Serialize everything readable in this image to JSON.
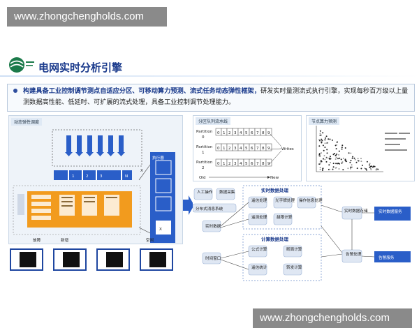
{
  "watermark": {
    "top": "www.zhongchengholds.com",
    "bottom": "www.zhongchengholds.com"
  },
  "slide": {
    "title": "电网实时分析引擎",
    "desc_bold": "构建具备工业控制调节测点自适应分区、可移动算力预测、流式任务动态弹性框架，",
    "desc_rest": "研发实时量测流式执行引擎，实现每秒百万级以上量测数据高性能、低延时、可扩展的流式处理，具备工业控制调节处理能力。",
    "panel1": {
      "label": "动态弹性调度",
      "queue": [
        "1",
        "2",
        "3",
        "N"
      ],
      "executor_label": "执行器",
      "x_mark": "X",
      "x_mark2": "X",
      "bottom_labels": [
        "故障",
        "新增",
        "",
        "空闲"
      ]
    },
    "panel2": {
      "label": "分区队列流水线",
      "partitions": [
        {
          "name": "Partition",
          "index": "0",
          "cells": [
            "0",
            "1",
            "2",
            "3",
            "4",
            "5",
            "6",
            "7",
            "8",
            "9"
          ]
        },
        {
          "name": "Partition",
          "index": "1",
          "cells": [
            "0",
            "1",
            "2",
            "3",
            "4",
            "5",
            "6",
            "7",
            "8",
            "9"
          ]
        },
        {
          "name": "Partition",
          "index": "2",
          "cells": [
            "0",
            "1",
            "2",
            "3",
            "4",
            "5",
            "6",
            "7",
            "8",
            "9"
          ]
        }
      ],
      "writes": "Writes",
      "old": "Old",
      "new": "New"
    },
    "panel3": {
      "label": "节点算力预测"
    },
    "flow": {
      "inputs": [
        "人工\n操作",
        "数据\n采集"
      ],
      "bus": "分布式消息系统",
      "realtime_data": "实时\n数据",
      "time_window": "时间\n窗口",
      "group_realtime": "实时数据处理",
      "group_compute": "计算数据处理",
      "rt_nodes": [
        "遥信\n处理",
        "光字牌\n处理",
        "操作信\n息处理",
        "遥测\n处理",
        "越限\n计算"
      ],
      "cp_nodes": [
        "公式\n计算",
        "断面\n计算",
        "遥信\n统计",
        "转发\n计算"
      ],
      "realtime_store": "实时数\n据存储",
      "alarm_process": "告警\n处理",
      "service_data": "实时数\n据服务",
      "service_alarm": "告警服务"
    }
  }
}
